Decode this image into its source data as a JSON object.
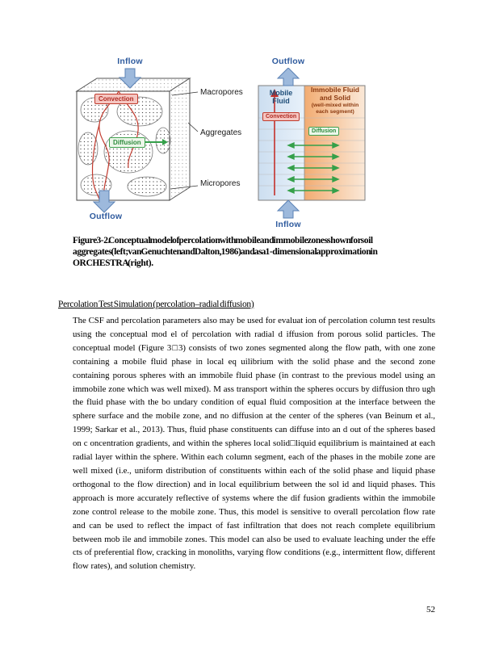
{
  "figure": {
    "left": {
      "inflow_label": "Inflow",
      "outflow_label": "Outflow",
      "convection_label": "Convection",
      "diffusion_label": "Diffusion",
      "macropores_label": "Macropores",
      "aggregates_label": "Aggregates",
      "micropores_label": "Micropores"
    },
    "right": {
      "outflow_label": "Outflow",
      "inflow_label": "Inflow",
      "mobile_header": "Mobile Fluid",
      "immobile_header": "Immobile Fluid and Solid",
      "immobile_subheader": "(well-mixed within each segment)",
      "convection_label": "Convection",
      "diffusion_label": "Diffusion"
    },
    "caption_lines": [
      "Figure 3-2.    Conceptual model of percolation with mobile and immobile zones shown for soil",
      "aggregates (left; van Genuchten and Dalton, 1986) and as a 1-dimensional approximation in",
      "ORCHESTRA (right)."
    ]
  },
  "section": {
    "heading": "Percolation Test Simulation (percolation–radial diffusion)",
    "paragraph": "The CSF and percolation parameters also may be used for evaluat ion of percolation column test results using the conceptual mod el of percolation with radial d iffusion from porous solid particles.  The conceptual model (Figure 3□3) consists of two zones segmented along the flow path, with one zone containing a mobile fluid phase in local eq uilibrium with the solid phase and the second zone containing porous spheres with an immobile  fluid phase (in contrast to the previous model using an immobile zone which was well mixed).  M ass transport within the spheres occurs by diffusion thro ugh the fluid phase with the bo undary condition of equal fluid composition at the interface between the sphere surface and the  mobile zone, and no diffusion at the center of the spheres (van Beinum et al., 1999; Sarkar et al., 2013).  Thus, fluid phase constituents can diffuse into an d out of the spheres based on c oncentration gradients, and within the spheres local solid□liquid equilibrium is maintained  at each radial layer within the sphere. Within each column segment, each of the phases in the mobile zone are well mixed (i.e., uniform distribution of constituents within each of the solid phase and liquid phase orthogonal to the flow direction) and in local equilibrium between the sol id and liquid phases. This approach is more accurately reflective of systems where the dif fusion gradients within the immobile zone control release to the mobile zone.  Thus, this model is sensitive to overall percolation flow rate and can be used to reflect the impact of  fast infiltration that does not reach complete equilibrium between mob ile and immobile zones. This model can also be used to evaluate leaching under the effe cts of preferential flow, cracking in monoliths, varying flow conditions (e.g., intermittent flow, different flow rates), and  solution chemistry."
  },
  "page": {
    "number": "52"
  },
  "colors": {
    "flow_label_blue": "#2F5B9E",
    "block_arrow_fill": "#9DB9DC",
    "block_arrow_border": "#5B82B5",
    "convection_red": "#C4302B",
    "diffusion_green": "#35A04A",
    "mobile_zone_fill": "#D7E6F4",
    "immobile_zone_fill": "#F2AC72",
    "mobile_text": "#1F4E79",
    "immobile_text": "#8C3A10"
  }
}
